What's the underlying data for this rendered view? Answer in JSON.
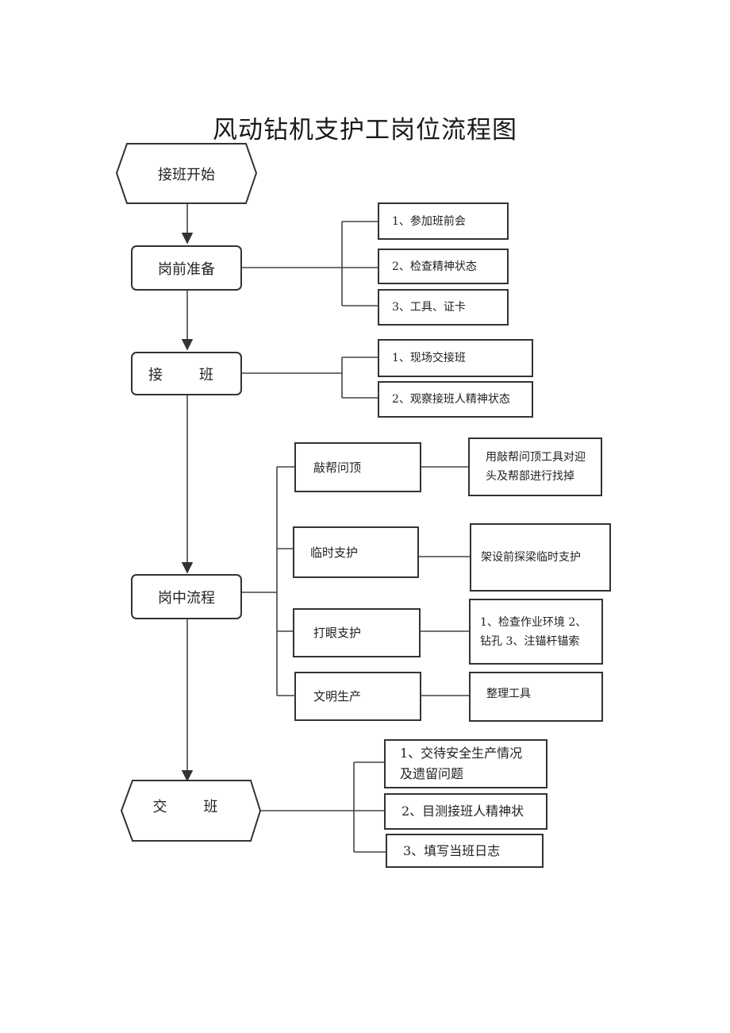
{
  "title": "风动钻机支护工岗位流程图",
  "nodes": {
    "start": "接班开始",
    "pre_shift": "岗前准备",
    "handover": "接　班",
    "in_shift": "岗中流程",
    "end_shift": "交　班"
  },
  "pre_shift_items": [
    "1、参加班前会",
    "2、检查精神状态",
    "3、工具、证卡"
  ],
  "handover_items": [
    "1、现场交接班",
    "2、观察接班人精神状态"
  ],
  "in_shift_steps": [
    {
      "step": "敲帮问顶",
      "detail": "用敲帮问顶工具对迎头及帮部进行找掉"
    },
    {
      "step": "临时支护",
      "detail": "架设前探梁临时支护"
    },
    {
      "step": "打眼支护",
      "detail": "1、检查作业环境 2、钻孔 3、注锚杆锚索"
    },
    {
      "step": "文明生产",
      "detail": "整理工具"
    }
  ],
  "end_shift_items": [
    "1、交待安全生产情况及遗留问题",
    "2、目测接班人精神状",
    "3、填写当班日志"
  ]
}
